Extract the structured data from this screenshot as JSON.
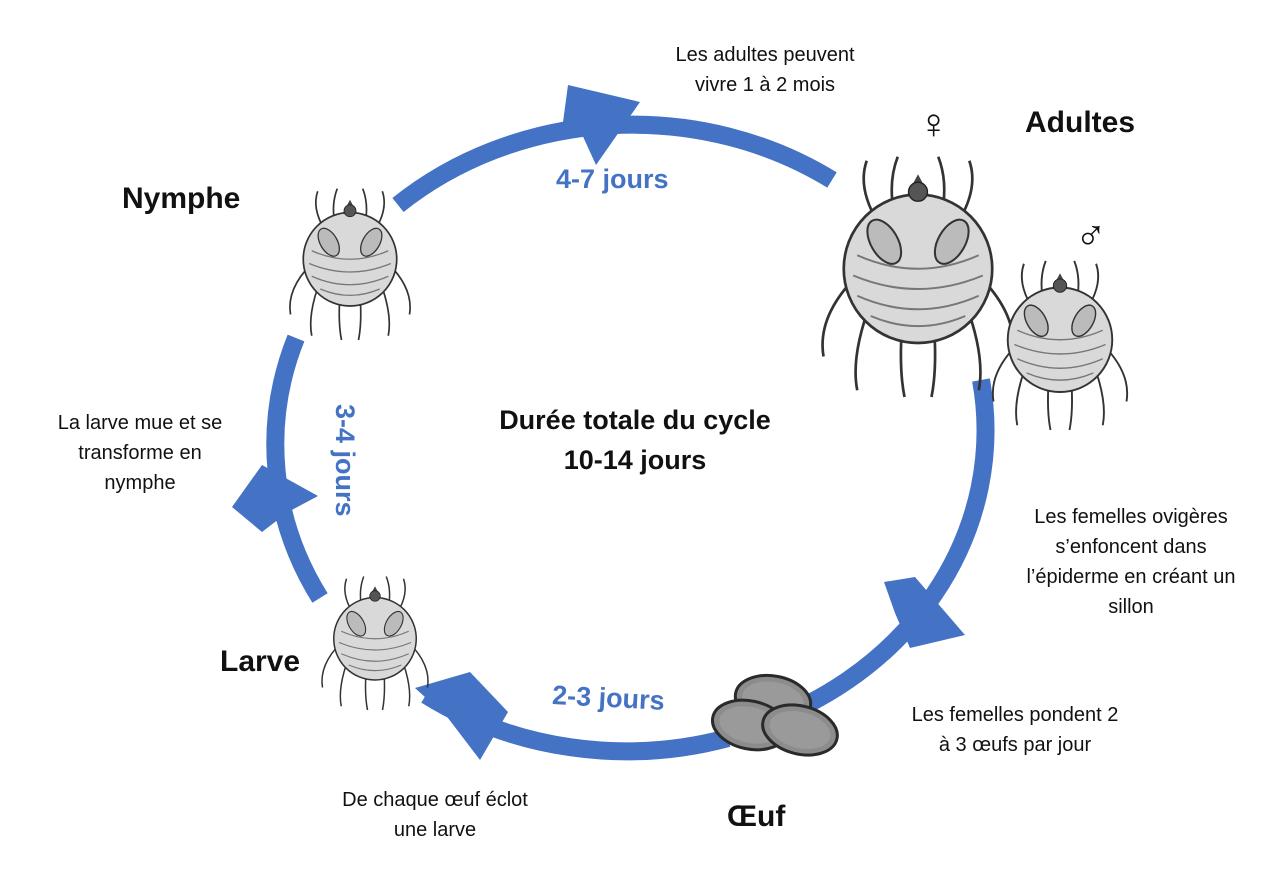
{
  "colors": {
    "cycle": "#4472c4",
    "text": "#111111",
    "duration_text": "#4472c4",
    "egg": "#8c8c8c"
  },
  "center": {
    "line1": "Durée totale du cycle",
    "line2": "10-14 jours"
  },
  "stages": {
    "adults": "Adultes",
    "nymph": "Nymphe",
    "larva": "Larve",
    "egg": "Œuf"
  },
  "symbols": {
    "female": "♀",
    "male": "♂"
  },
  "durations": {
    "nymph_to_adult": "4-7 jours",
    "larva_to_nymph": "3-4 jours",
    "egg_to_larva": "2-3 jours"
  },
  "notes": {
    "adults_life": [
      "Les adultes peuvent",
      "vivre 1 à 2 mois"
    ],
    "female_burrow": [
      "Les femelles ovigères",
      "s’enfoncent dans",
      "l’épiderme en créant un",
      "sillon"
    ],
    "eggs_laid": [
      "Les femelles pondent 2",
      "à 3 œufs par jour"
    ],
    "egg_hatch": [
      "De chaque œuf éclot",
      "une larve"
    ],
    "larva_molt": [
      "La larve mue et se",
      "transforme en",
      "nymphe"
    ]
  },
  "icons": {
    "adult_female": "mite-icon",
    "adult_male": "mite-icon",
    "nymph": "mite-icon",
    "larva": "mite-icon",
    "eggs": "egg-icon"
  }
}
